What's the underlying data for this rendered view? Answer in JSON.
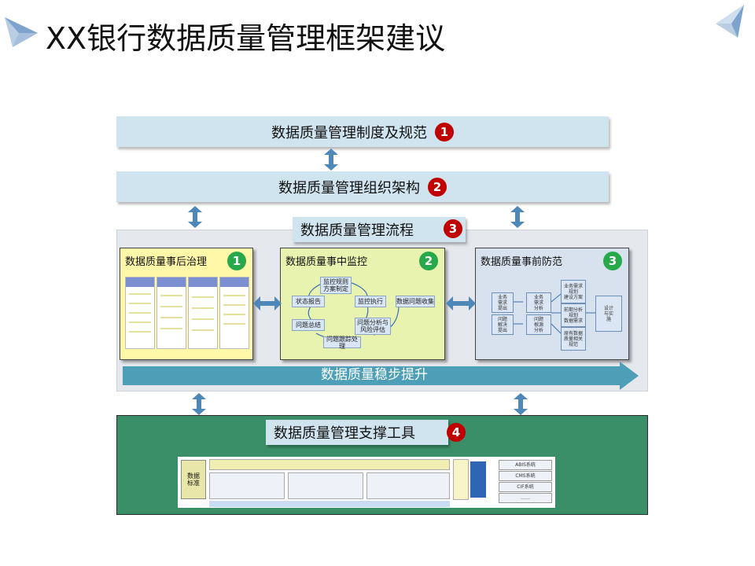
{
  "title": "XX银行数据质量管理框架建议",
  "bars": {
    "policy": {
      "label": "数据质量管理制度及规范",
      "num": "1"
    },
    "org": {
      "label": "数据质量管理组织架构",
      "num": "2"
    },
    "process": {
      "label": "数据质量管理流程",
      "num": "3"
    },
    "tools": {
      "label": "数据质量管理支撑工具",
      "num": "4"
    }
  },
  "panels": {
    "post": {
      "title": "数据质量事后治理",
      "num": "1"
    },
    "mid": {
      "title": "数据质量事中监控",
      "num": "2"
    },
    "pre": {
      "title": "数据质量事前防范",
      "num": "3"
    }
  },
  "improve_label": "数据质量稳步提升",
  "monitor_cycle": {
    "set_rules": "监控规则\n方案制定",
    "execute": "监控执行",
    "analyze": "问题分析与\n风险评估",
    "fix": "问题跟踪处理",
    "review": "问题总结",
    "report": "状态报告",
    "collect": "数据问题收集"
  },
  "prevent_flow": {
    "col1": [
      "业务\n需求\n提出",
      "问题\n解决\n提出"
    ],
    "col2": [
      "业务\n需求\n分析",
      "问题\n根源\n分析"
    ],
    "col3": [
      "业务需求\n规划\n建设方案",
      "前期分析\n规划\n数据需求",
      "原有数据\n质量相关\n规范"
    ],
    "col4": "设计\n与实\n施"
  },
  "tools_panel": {
    "left_label": "数据\n标准",
    "right_tiles": [
      "ABIS系统",
      "CMS系统",
      "CIF系统",
      "……"
    ]
  },
  "colors": {
    "red_badge": "#c00000",
    "green_badge": "#27a84a",
    "bar_blue": "#cfe4ef",
    "arrow_teal": "#4d9fb8",
    "tools_green": "#3a8e68"
  }
}
